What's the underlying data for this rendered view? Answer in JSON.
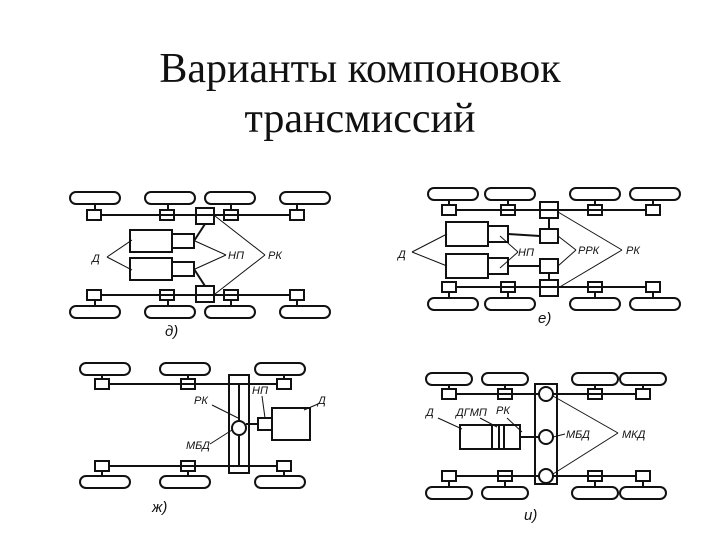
{
  "title": {
    "line1": "Варианты компоновок",
    "line2": "трансмиссий"
  },
  "diagrams": {
    "d": {
      "caption": "д)",
      "engine_label": "Д",
      "gearbox_label": "НП",
      "transfer_label": "РК"
    },
    "e": {
      "caption": "е)",
      "engine_label": "Д",
      "gearbox_label": "НП",
      "split_label": "РРК",
      "transfer_label": "РК"
    },
    "zh": {
      "caption": "ж)",
      "transfer_label": "РК",
      "gearbox_label": "НП",
      "engine_label": "Д",
      "diff_label": "МБД"
    },
    "i": {
      "caption": "и)",
      "engine_label": "Д",
      "hydro_label": "ДГМП",
      "transfer_label": "РК",
      "diff_label": "МБД",
      "wheel_diff_label": "МКД"
    }
  },
  "colors": {
    "ink": "#111111",
    "background": "#ffffff"
  }
}
